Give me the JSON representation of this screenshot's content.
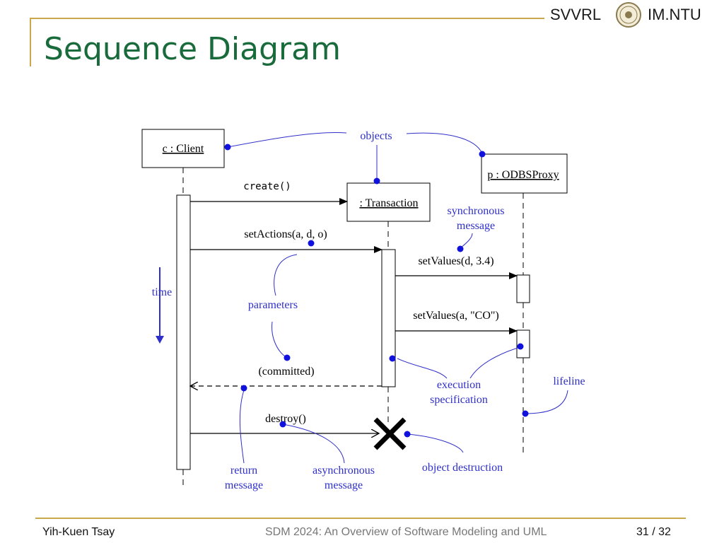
{
  "header": {
    "org_left": "SVVRL",
    "org_right": "IM.NTU",
    "logo_icon": "university-seal-icon",
    "title": "Sequence Diagram"
  },
  "diagram": {
    "objects": [
      {
        "label": "c : Client"
      },
      {
        "label": ": Transaction"
      },
      {
        "label": "p : ODBSProxy"
      }
    ],
    "messages": {
      "create": "create()",
      "set_actions": "setActions(a, d, o)",
      "set_values_1": "setValues(d, 3.4)",
      "set_values_2": "setValues(a, \"CO\")",
      "committed": "(committed)",
      "destroy": "destroy()"
    },
    "annotations": {
      "objects": "objects",
      "synchronous_1": "synchronous",
      "synchronous_2": "message",
      "time": "time",
      "parameters": "parameters",
      "execution_1": "execution",
      "execution_2": "specification",
      "lifeline": "lifeline",
      "object_destruction": "object destruction",
      "return_1": "return",
      "return_2": "message",
      "async_1": "asynchronous",
      "async_2": "message"
    },
    "colors": {
      "annotation": "#2f2fc9",
      "line": "#000000",
      "title": "#1a6b3c",
      "accent_rule": "#c8a84a"
    }
  },
  "footer": {
    "author": "Yih-Kuen Tsay",
    "course": "SDM 2024: An Overview of Software Modeling and UML",
    "page": "31",
    "total": "/ 32"
  }
}
